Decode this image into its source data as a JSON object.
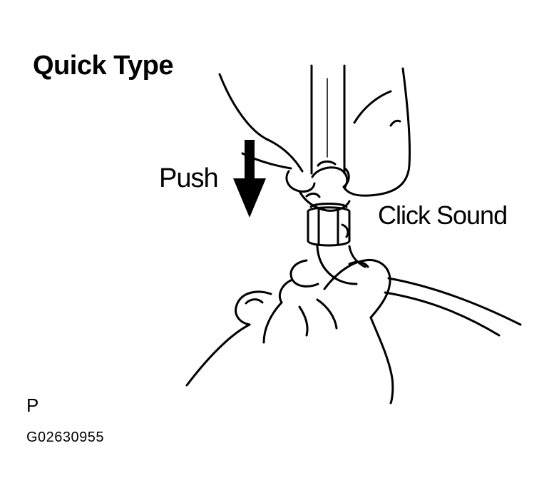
{
  "title": "Quick Type",
  "labels": {
    "push": "Push",
    "click_sound": "Click Sound"
  },
  "reference": {
    "letter": "P",
    "code": "G02630955"
  }
}
